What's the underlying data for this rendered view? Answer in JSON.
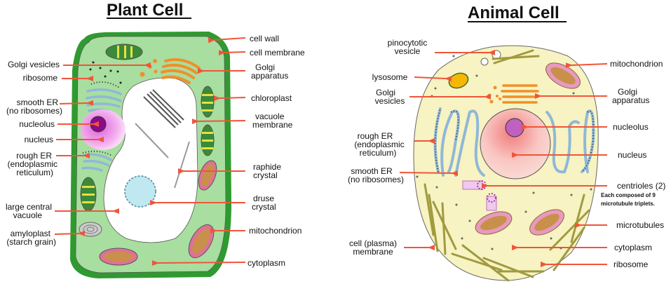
{
  "colors": {
    "arrow": "#f0553a",
    "cell_wall": "#2f9a2f",
    "plant_cytoplasm": "#a8dea0",
    "animal_cytoplasm": "#f7f3c2",
    "golgi": "#f0902a",
    "er": "#8fb8d8",
    "plant_nucleus": "#e878e0",
    "plant_nucleolus": "#8a0a8a",
    "animal_nucleus": "#f7b8b8",
    "animal_nucleolus": "#c060c0",
    "mito_outer": "#e0709a",
    "mito_inner": "#c8904a",
    "lysosome": "#f5b800"
  },
  "plant": {
    "title": "Plant Cell",
    "labels_left": [
      {
        "l1": "Golgi vesicles",
        "l2": ""
      },
      {
        "l1": "ribosome",
        "l2": ""
      },
      {
        "l1": "smooth ER",
        "l2": "(no ribosomes)"
      },
      {
        "l1": "nucleolus",
        "l2": ""
      },
      {
        "l1": "nucleus",
        "l2": ""
      },
      {
        "l1": "rough ER",
        "l2": "(endoplasmic",
        "l3": "reticulum)"
      },
      {
        "l1": "large central",
        "l2": "vacuole"
      },
      {
        "l1": "amyloplast",
        "l2": "(starch grain)"
      }
    ],
    "labels_right": [
      {
        "l1": "cell wall",
        "l2": ""
      },
      {
        "l1": "cell membrane",
        "l2": ""
      },
      {
        "l1": "Golgi",
        "l2": "apparatus"
      },
      {
        "l1": "chloroplast",
        "l2": ""
      },
      {
        "l1": "vacuole",
        "l2": "membrane"
      },
      {
        "l1": "raphide",
        "l2": "crystal"
      },
      {
        "l1": "druse",
        "l2": "crystal"
      },
      {
        "l1": "mitochondrion",
        "l2": ""
      },
      {
        "l1": "cytoplasm",
        "l2": ""
      }
    ]
  },
  "animal": {
    "title": "Animal Cell",
    "labels_left": [
      {
        "l1": "pinocytotic",
        "l2": "vesicle"
      },
      {
        "l1": "lysosome",
        "l2": ""
      },
      {
        "l1": "Golgi",
        "l2": "vesicles"
      },
      {
        "l1": "rough ER",
        "l2": "(endoplasmic",
        "l3": "reticulum)"
      },
      {
        "l1": "smooth ER",
        "l2": "(no ribosomes)"
      },
      {
        "l1": "cell (plasma)",
        "l2": "membrane"
      }
    ],
    "labels_right": [
      {
        "l1": "mitochondrion",
        "l2": ""
      },
      {
        "l1": "Golgi",
        "l2": "apparatus"
      },
      {
        "l1": "nucleolus",
        "l2": ""
      },
      {
        "l1": "nucleus",
        "l2": ""
      },
      {
        "l1": "centrioles (2)",
        "l2": ""
      },
      {
        "l1": "microtubules",
        "l2": ""
      },
      {
        "l1": "cytoplasm",
        "l2": ""
      },
      {
        "l1": "ribosome",
        "l2": ""
      }
    ],
    "centriole_note": {
      "l1": "Each composed of 9",
      "l2": "microtubule triplets."
    }
  }
}
